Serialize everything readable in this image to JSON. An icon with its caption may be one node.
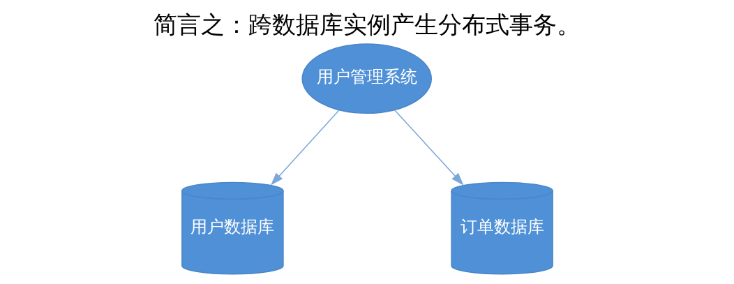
{
  "diagram": {
    "title": "简言之：跨数据库实例产生分布式事务。",
    "nodes": [
      {
        "text": [
          "用户管理系统"
        ]
      },
      {
        "text": [
          "用户数据库"
        ]
      },
      {
        "text": [
          "订单数据库"
        ]
      }
    ],
    "edges": [
      {
        "from": 0,
        "to": 1,
        "arrow": "to"
      },
      {
        "from": 0,
        "to": 2,
        "arrow": "to"
      }
    ]
  }
}
